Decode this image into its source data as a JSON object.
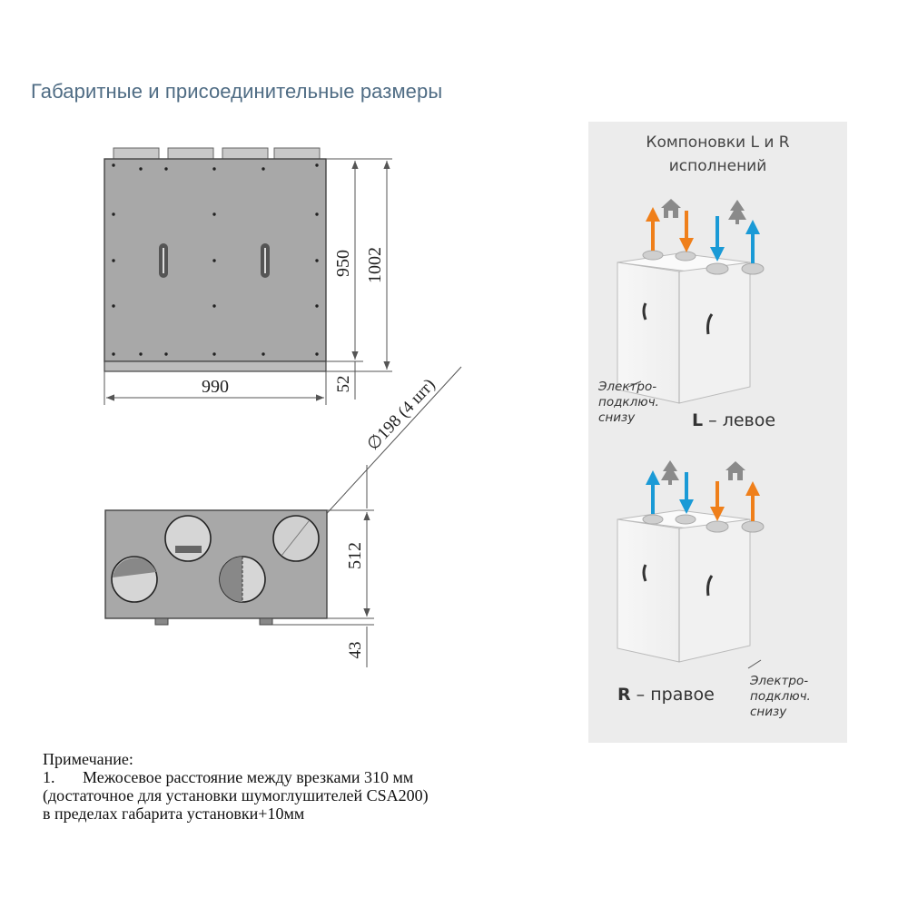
{
  "page": {
    "title": "Габаритные и присоединительные размеры"
  },
  "drawing": {
    "dim_height_inner": "950",
    "dim_height_total": "1002",
    "dim_width": "990",
    "dim_base": "52",
    "dim_pipe": "∅198 (4 шт)",
    "dim_depth": "512",
    "dim_bottom": "43"
  },
  "note": {
    "heading": "Примечание:",
    "item_number": "1.",
    "line1": "Межосевое расстояние между врезками 310 мм",
    "line2": "(достаточное для установки шумоглушителей CSA200)",
    "line3": "в пределах габарита установки+10мм"
  },
  "layouts": {
    "title_line1": "Компоновки L и R",
    "title_line2": "исполнений",
    "left_letter": "L",
    "left_label": " – левое",
    "right_letter": "R",
    "right_label": " – правое",
    "electric_line1": "Электро-",
    "electric_line2": "подключ.",
    "electric_line3": "снизу",
    "colors": {
      "warm_air": "#ef7f1a",
      "fresh_air": "#1a9ad6",
      "icon": "#8a8a8a"
    }
  }
}
